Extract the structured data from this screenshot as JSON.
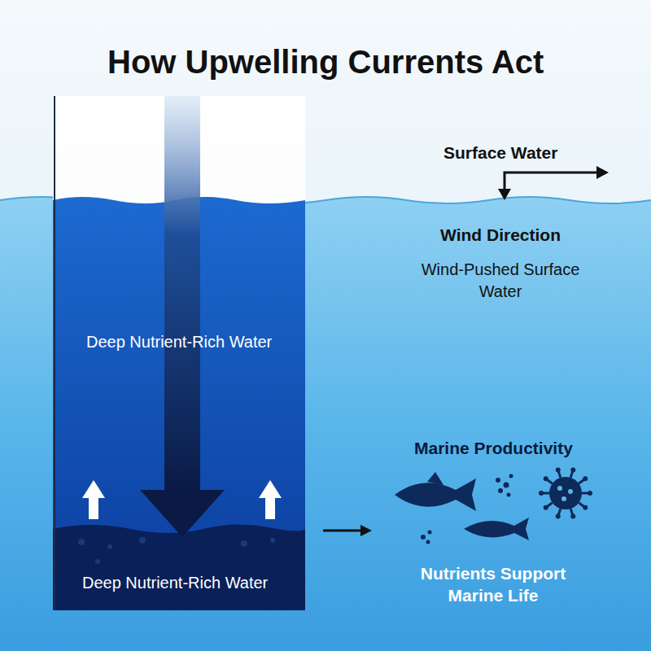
{
  "diagram": {
    "title": "How Upwelling Currents Act",
    "nodes": [
      {
        "text": [
          "Deep Nutrient-Rich Water",
          "Deep Nutrient-Rich Water"
        ]
      }
    ],
    "labels": [
      "Surface Water",
      "Wind Direction",
      "Wind-Pushed Surface Water",
      "Marine Productivity",
      "Nutrients Support Marine Life"
    ]
  }
}
